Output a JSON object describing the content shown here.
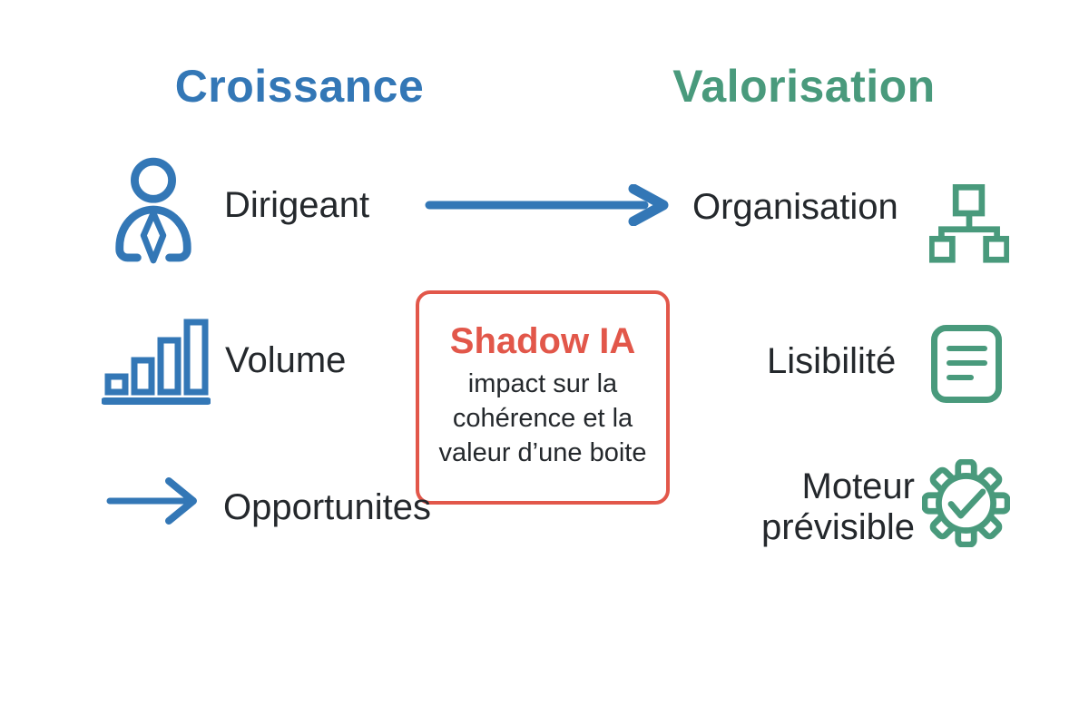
{
  "colors": {
    "blue": "#3377b6",
    "green": "#499a7c",
    "red": "#e2574a",
    "text_dark": "#24282c",
    "background": "#ffffff"
  },
  "columns": {
    "left": {
      "title": "Croissance",
      "items": [
        {
          "label": "Dirigeant",
          "icon": "person-icon"
        },
        {
          "label": "Volume",
          "icon": "bar-chart-icon"
        },
        {
          "label": "Opportunites",
          "icon": "arrow-right-icon"
        }
      ]
    },
    "right": {
      "title": "Valorisation",
      "items": [
        {
          "label": "Organisation",
          "icon": "org-chart-icon"
        },
        {
          "label": "Lisibilité",
          "icon": "document-icon"
        },
        {
          "label": "Moteur prévisible",
          "icon": "gear-check-icon",
          "lines": [
            "Moteur",
            "prévisible"
          ]
        }
      ]
    }
  },
  "center_box": {
    "title": "Shadow IA",
    "body_lines": [
      "impact sur la",
      "cohérence et la",
      "valeur d’une boite"
    ]
  }
}
